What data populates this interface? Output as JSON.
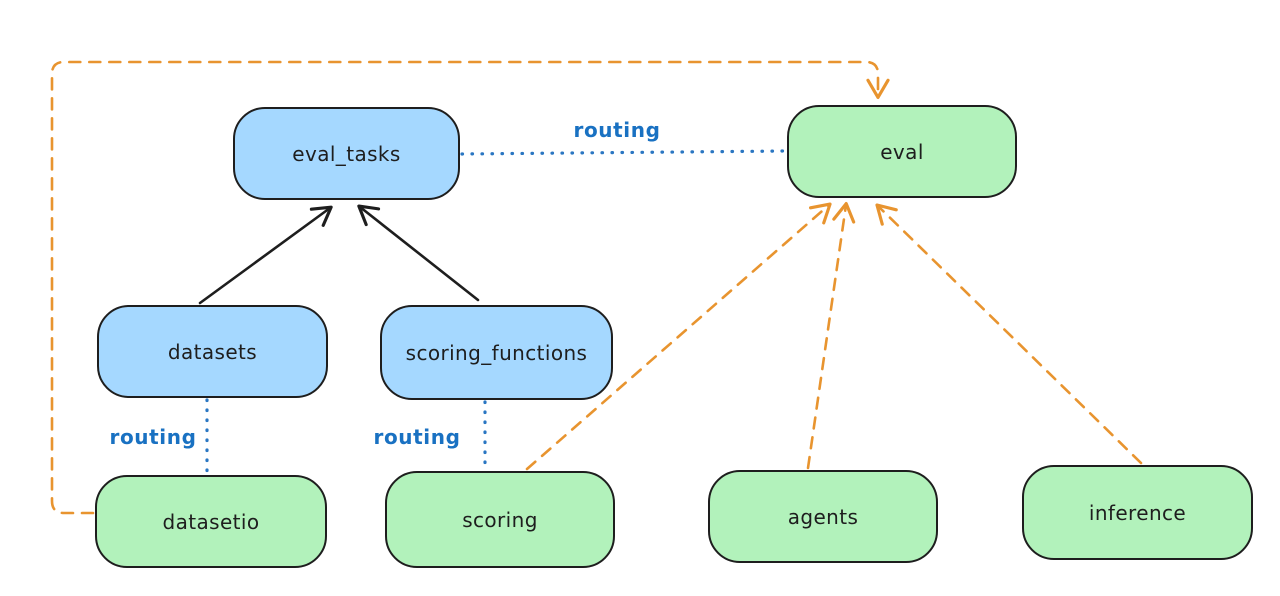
{
  "colors": {
    "background": "#ffffff",
    "node-stroke": "#1e1e1e",
    "text": "#1e1e1e",
    "blue-fill": "#a5d8ff",
    "green-fill": "#b2f2bb",
    "routing-label": "#1971c2",
    "dotted-blue": "#2a76c2",
    "dashed-orange": "#e8942f",
    "solid-black": "#1e1e1e"
  },
  "diagram": {
    "nodes": [
      {
        "id": "eval_tasks",
        "label": "eval_tasks",
        "kind": "blue"
      },
      {
        "id": "eval",
        "label": "eval",
        "kind": "green"
      },
      {
        "id": "datasets",
        "label": "datasets",
        "kind": "blue"
      },
      {
        "id": "scoring_functions",
        "label": "scoring_functions",
        "kind": "blue"
      },
      {
        "id": "datasetio",
        "label": "datasetio",
        "kind": "green"
      },
      {
        "id": "scoring",
        "label": "scoring",
        "kind": "green"
      },
      {
        "id": "agents",
        "label": "agents",
        "kind": "green"
      },
      {
        "id": "inference",
        "label": "inference",
        "kind": "green"
      }
    ],
    "edges": [
      {
        "from": "datasets",
        "to": "eval_tasks",
        "style": "solid-arrow",
        "color": "black",
        "label": ""
      },
      {
        "from": "scoring_functions",
        "to": "eval_tasks",
        "style": "solid-arrow",
        "color": "black",
        "label": ""
      },
      {
        "from": "eval_tasks",
        "to": "eval",
        "style": "dotted",
        "color": "blue",
        "label": "routing"
      },
      {
        "from": "datasets",
        "to": "datasetio",
        "style": "dotted",
        "color": "blue",
        "label": "routing"
      },
      {
        "from": "scoring_functions",
        "to": "scoring",
        "style": "dotted",
        "color": "blue",
        "label": "routing"
      },
      {
        "from": "scoring",
        "to": "eval",
        "style": "dashed-arrow",
        "color": "orange",
        "label": ""
      },
      {
        "from": "agents",
        "to": "eval",
        "style": "dashed-arrow",
        "color": "orange",
        "label": ""
      },
      {
        "from": "inference",
        "to": "eval",
        "style": "dashed-arrow",
        "color": "orange",
        "label": ""
      },
      {
        "from": "datasetio",
        "to": "eval",
        "style": "dashed-arrow-routed",
        "color": "orange",
        "label": ""
      }
    ]
  }
}
